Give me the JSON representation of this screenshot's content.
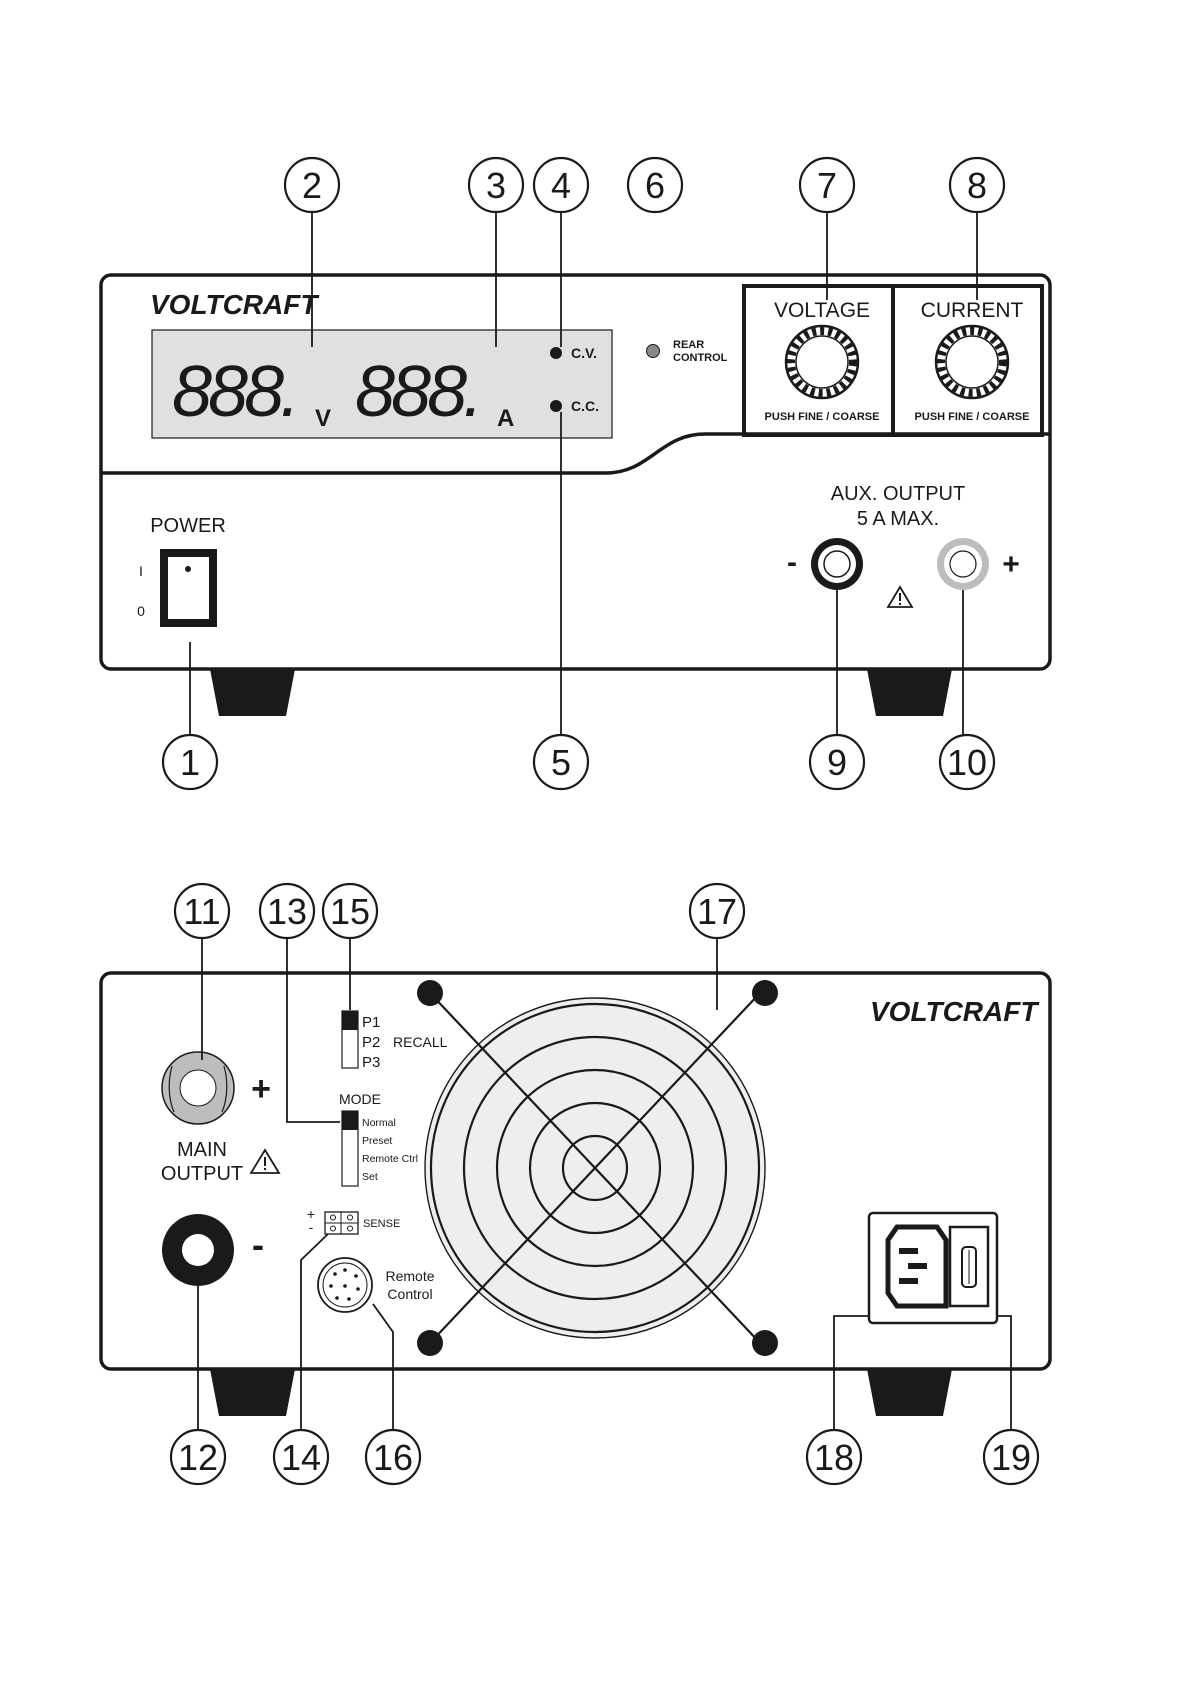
{
  "front_panel": {
    "brand": "VOLTCRAFT",
    "display_digits_voltage": "888.",
    "unit_v": "V",
    "display_digits_current": "888.",
    "unit_a": "A",
    "cv_label": "C.V.",
    "cc_label": "C.C.",
    "rear_control_line1": "REAR",
    "rear_control_line2": "CONTROL",
    "voltage_label": "VOLTAGE",
    "current_label": "CURRENT",
    "knob_hint": "PUSH  FINE / COARSE",
    "power_label": "POWER",
    "power_on": "I",
    "power_off": "0",
    "aux_line1": "AUX. OUTPUT",
    "aux_line2": "5 A MAX.",
    "minus": "-",
    "plus": "+"
  },
  "rear_panel": {
    "brand": "VOLTCRAFT",
    "recall_p1": "P1",
    "recall_p2": "P2",
    "recall_p3": "P3",
    "recall_label": "RECALL",
    "mode_label": "MODE",
    "mode_normal": "Normal",
    "mode_preset": "Preset",
    "mode_remote": "Remote Ctrl",
    "mode_set": "Set",
    "main_line1": "MAIN",
    "main_line2": "OUTPUT",
    "plus": "+",
    "minus": "-",
    "sense_plus": "+",
    "sense_minus": "-",
    "sense_label": "SENSE",
    "remote_line1": "Remote",
    "remote_line2": "Control"
  },
  "callouts": {
    "c1": "1",
    "c2": "2",
    "c3": "3",
    "c4": "4",
    "c5": "5",
    "c6": "6",
    "c7": "7",
    "c8": "8",
    "c9": "9",
    "c10": "10",
    "c11": "11",
    "c12": "12",
    "c13": "13",
    "c14": "14",
    "c15": "15",
    "c16": "16",
    "c17": "17",
    "c18": "18",
    "c19": "19"
  },
  "colors": {
    "ink": "#1a1a1a",
    "display_bg": "#e0e0e0",
    "jack_grey": "#bdbdbd"
  }
}
